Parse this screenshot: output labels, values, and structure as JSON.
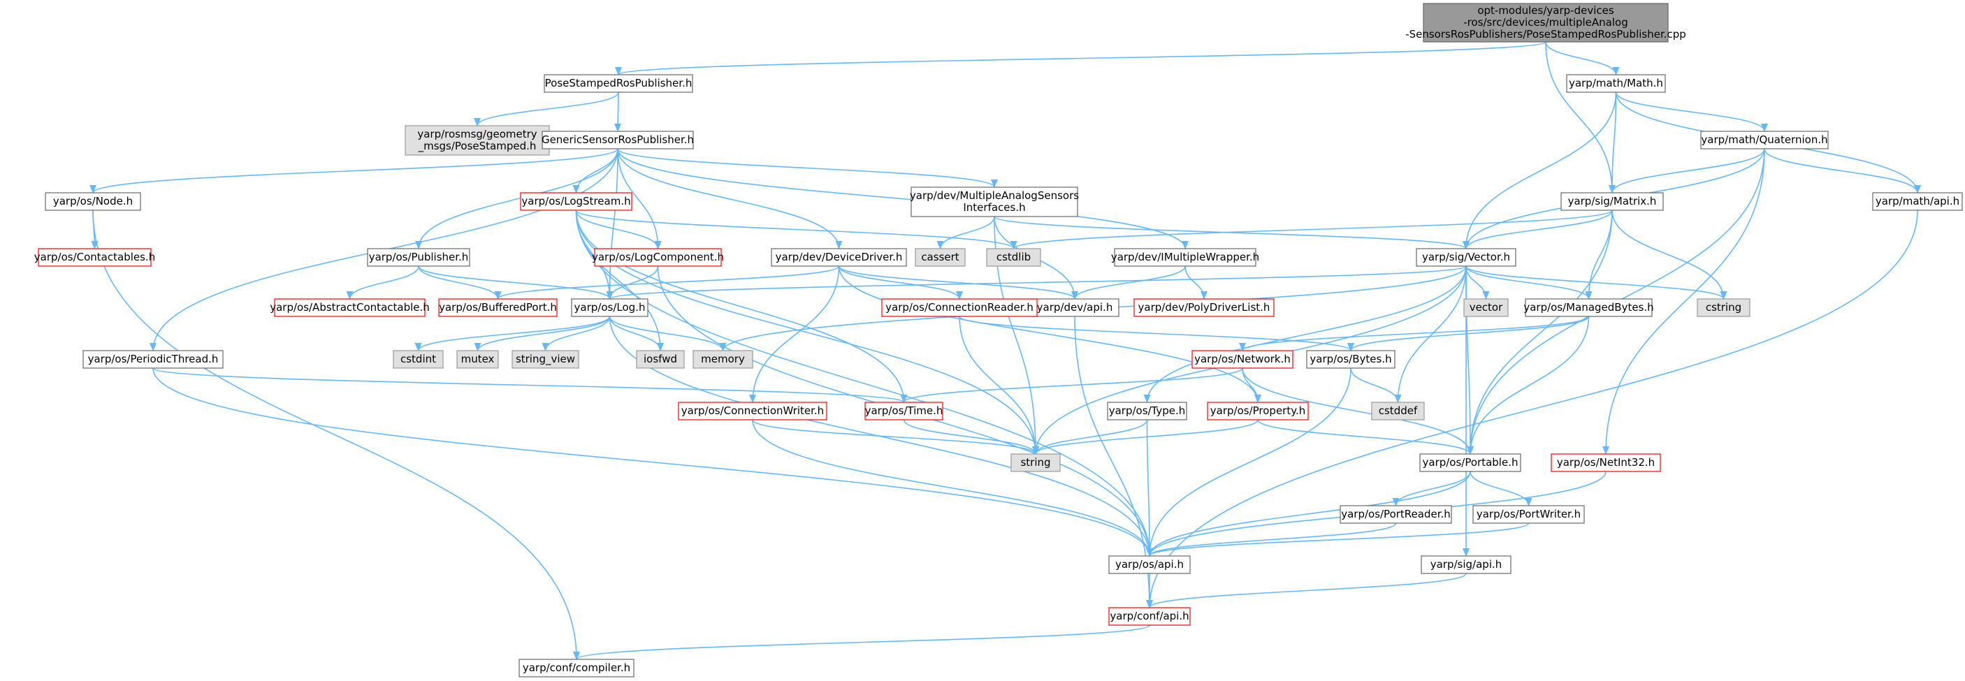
{
  "colors": {
    "edge": "#63b8ff",
    "node_border": "#666666",
    "node_fill": "#ffffff",
    "root_fill": "#999999",
    "root_border": "#666666",
    "system_fill": "#e0e0e0",
    "system_border": "#999999",
    "truncated_border": "#ff0000",
    "text": "#000000"
  },
  "graph": {
    "nodes": [
      {
        "id": "root",
        "kind": "root",
        "lines": [
          "opt-modules/yarp-devices",
          "-ros/src/devices/multipleAnalog",
          "-SensorsRosPublishers/PoseStampedRosPublisher.cpp"
        ]
      },
      {
        "id": "posestamped",
        "kind": "normal",
        "lines": [
          "PoseStampedRosPublisher.h"
        ]
      },
      {
        "id": "rosmsg",
        "kind": "system",
        "lines": [
          "yarp/rosmsg/geometry",
          "_msgs/PoseStamped.h"
        ]
      },
      {
        "id": "generic",
        "kind": "normal",
        "lines": [
          "GenericSensorRosPublisher.h"
        ]
      },
      {
        "id": "node",
        "kind": "normal",
        "lines": [
          "yarp/os/Node.h"
        ]
      },
      {
        "id": "contactables",
        "kind": "truncated",
        "lines": [
          "yarp/os/Contactables.h"
        ]
      },
      {
        "id": "logstream",
        "kind": "truncated",
        "lines": [
          "yarp/os/LogStream.h"
        ]
      },
      {
        "id": "logcomponent",
        "kind": "truncated",
        "lines": [
          "yarp/os/LogComponent.h"
        ]
      },
      {
        "id": "publisher",
        "kind": "normal",
        "lines": [
          "yarp/os/Publisher.h"
        ]
      },
      {
        "id": "abstractcontactable",
        "kind": "truncated",
        "lines": [
          "yarp/os/AbstractContactable.h"
        ]
      },
      {
        "id": "bufferedport",
        "kind": "truncated",
        "lines": [
          "yarp/os/BufferedPort.h"
        ]
      },
      {
        "id": "log",
        "kind": "normal",
        "lines": [
          "yarp/os/Log.h"
        ]
      },
      {
        "id": "cstdint",
        "kind": "system",
        "lines": [
          "cstdint"
        ]
      },
      {
        "id": "mutex",
        "kind": "system",
        "lines": [
          "mutex"
        ]
      },
      {
        "id": "string_view",
        "kind": "system",
        "lines": [
          "string_view"
        ]
      },
      {
        "id": "iosfwd",
        "kind": "system",
        "lines": [
          "iosfwd"
        ]
      },
      {
        "id": "memory",
        "kind": "system",
        "lines": [
          "memory"
        ]
      },
      {
        "id": "periodicthread",
        "kind": "normal",
        "lines": [
          "yarp/os/PeriodicThread.h"
        ]
      },
      {
        "id": "devicedriver",
        "kind": "normal",
        "lines": [
          "yarp/dev/DeviceDriver.h"
        ]
      },
      {
        "id": "multianalog",
        "kind": "normal",
        "lines": [
          "yarp/dev/MultipleAnalogSensors",
          "Interfaces.h"
        ]
      },
      {
        "id": "cassert",
        "kind": "system",
        "lines": [
          "cassert"
        ]
      },
      {
        "id": "cstdlib",
        "kind": "system",
        "lines": [
          "cstdlib"
        ]
      },
      {
        "id": "imultiplewrapper",
        "kind": "normal",
        "lines": [
          "yarp/dev/IMultipleWrapper.h"
        ]
      },
      {
        "id": "devapi",
        "kind": "normal",
        "lines": [
          "yarp/dev/api.h"
        ]
      },
      {
        "id": "polydriverlist",
        "kind": "truncated",
        "lines": [
          "yarp/dev/PolyDriverList.h"
        ]
      },
      {
        "id": "connectionreader",
        "kind": "truncated",
        "lines": [
          "yarp/os/ConnectionReader.h"
        ]
      },
      {
        "id": "connectionwriter",
        "kind": "truncated",
        "lines": [
          "yarp/os/ConnectionWriter.h"
        ]
      },
      {
        "id": "time",
        "kind": "truncated",
        "lines": [
          "yarp/os/Time.h"
        ]
      },
      {
        "id": "string",
        "kind": "system",
        "lines": [
          "string"
        ]
      },
      {
        "id": "mathmath",
        "kind": "normal",
        "lines": [
          "yarp/math/Math.h"
        ]
      },
      {
        "id": "quaternion",
        "kind": "normal",
        "lines": [
          "yarp/math/Quaternion.h"
        ]
      },
      {
        "id": "matrix",
        "kind": "normal",
        "lines": [
          "yarp/sig/Matrix.h"
        ]
      },
      {
        "id": "mathapi",
        "kind": "normal",
        "lines": [
          "yarp/math/api.h"
        ]
      },
      {
        "id": "vector",
        "kind": "normal",
        "lines": [
          "yarp/sig/Vector.h"
        ]
      },
      {
        "id": "vectorstd",
        "kind": "system",
        "lines": [
          "vector"
        ]
      },
      {
        "id": "cstring",
        "kind": "system",
        "lines": [
          "cstring"
        ]
      },
      {
        "id": "managedbytes",
        "kind": "normal",
        "lines": [
          "yarp/os/ManagedBytes.h"
        ]
      },
      {
        "id": "network",
        "kind": "truncated",
        "lines": [
          "yarp/os/Network.h"
        ]
      },
      {
        "id": "bytes",
        "kind": "normal",
        "lines": [
          "yarp/os/Bytes.h"
        ]
      },
      {
        "id": "cstddef",
        "kind": "system",
        "lines": [
          "cstddef"
        ]
      },
      {
        "id": "type",
        "kind": "normal",
        "lines": [
          "yarp/os/Type.h"
        ]
      },
      {
        "id": "property",
        "kind": "truncated",
        "lines": [
          "yarp/os/Property.h"
        ]
      },
      {
        "id": "portable",
        "kind": "normal",
        "lines": [
          "yarp/os/Portable.h"
        ]
      },
      {
        "id": "netint32",
        "kind": "truncated",
        "lines": [
          "yarp/os/NetInt32.h"
        ]
      },
      {
        "id": "portreader",
        "kind": "normal",
        "lines": [
          "yarp/os/PortReader.h"
        ]
      },
      {
        "id": "portwriter",
        "kind": "normal",
        "lines": [
          "yarp/os/PortWriter.h"
        ]
      },
      {
        "id": "osapi",
        "kind": "normal",
        "lines": [
          "yarp/os/api.h"
        ]
      },
      {
        "id": "sigapi",
        "kind": "normal",
        "lines": [
          "yarp/sig/api.h"
        ]
      },
      {
        "id": "confapi",
        "kind": "truncated",
        "lines": [
          "yarp/conf/api.h"
        ]
      },
      {
        "id": "compiler",
        "kind": "normal",
        "lines": [
          "yarp/conf/compiler.h"
        ]
      }
    ],
    "edges": [
      [
        "root",
        "posestamped"
      ],
      [
        "root",
        "mathmath"
      ],
      [
        "root",
        "matrix"
      ],
      [
        "posestamped",
        "rosmsg"
      ],
      [
        "posestamped",
        "generic"
      ],
      [
        "generic",
        "node"
      ],
      [
        "generic",
        "logstream"
      ],
      [
        "generic",
        "logcomponent"
      ],
      [
        "generic",
        "publisher"
      ],
      [
        "generic",
        "log"
      ],
      [
        "generic",
        "periodicthread"
      ],
      [
        "generic",
        "devicedriver"
      ],
      [
        "generic",
        "multianalog"
      ],
      [
        "generic",
        "imultiplewrapper"
      ],
      [
        "node",
        "contactables"
      ],
      [
        "node",
        "compiler"
      ],
      [
        "logstream",
        "logcomponent"
      ],
      [
        "logstream",
        "log"
      ],
      [
        "logstream",
        "iosfwd"
      ],
      [
        "logstream",
        "cstdlib"
      ],
      [
        "logstream",
        "time"
      ],
      [
        "logstream",
        "osapi"
      ],
      [
        "logstream",
        "string"
      ],
      [
        "logcomponent",
        "log"
      ],
      [
        "logcomponent",
        "osapi"
      ],
      [
        "publisher",
        "abstractcontactable"
      ],
      [
        "publisher",
        "bufferedport"
      ],
      [
        "publisher",
        "log"
      ],
      [
        "log",
        "cstdint"
      ],
      [
        "log",
        "mutex"
      ],
      [
        "log",
        "string_view"
      ],
      [
        "log",
        "iosfwd"
      ],
      [
        "log",
        "memory"
      ],
      [
        "log",
        "osapi"
      ],
      [
        "periodicthread",
        "time"
      ],
      [
        "periodicthread",
        "osapi"
      ],
      [
        "devicedriver",
        "bufferedport"
      ],
      [
        "devicedriver",
        "devapi"
      ],
      [
        "devicedriver",
        "connectionreader"
      ],
      [
        "devicedriver",
        "connectionwriter"
      ],
      [
        "devicedriver",
        "property"
      ],
      [
        "multianalog",
        "cassert"
      ],
      [
        "multianalog",
        "vector"
      ],
      [
        "multianalog",
        "devapi"
      ],
      [
        "multianalog",
        "string"
      ],
      [
        "imultiplewrapper",
        "devapi"
      ],
      [
        "imultiplewrapper",
        "polydriverlist"
      ],
      [
        "devapi",
        "confapi"
      ],
      [
        "connectionreader",
        "string"
      ],
      [
        "connectionreader",
        "bytes"
      ],
      [
        "connectionwriter",
        "string"
      ],
      [
        "connectionwriter",
        "osapi"
      ],
      [
        "time",
        "string"
      ],
      [
        "mathmath",
        "quaternion"
      ],
      [
        "mathmath",
        "matrix"
      ],
      [
        "mathmath",
        "vector"
      ],
      [
        "mathmath",
        "mathapi"
      ],
      [
        "quaternion",
        "matrix"
      ],
      [
        "quaternion",
        "vector"
      ],
      [
        "quaternion",
        "mathapi"
      ],
      [
        "quaternion",
        "portable"
      ],
      [
        "quaternion",
        "netint32"
      ],
      [
        "matrix",
        "cstdlib"
      ],
      [
        "matrix",
        "vector"
      ],
      [
        "matrix",
        "managedbytes"
      ],
      [
        "matrix",
        "cstring"
      ],
      [
        "matrix",
        "portable"
      ],
      [
        "mathapi",
        "confapi"
      ],
      [
        "vector",
        "log"
      ],
      [
        "vector",
        "cstring"
      ],
      [
        "vector",
        "vectorstd"
      ],
      [
        "vector",
        "cstddef"
      ],
      [
        "vector",
        "memory"
      ],
      [
        "vector",
        "string"
      ],
      [
        "vector",
        "type"
      ],
      [
        "vector",
        "managedbytes"
      ],
      [
        "vector",
        "portable"
      ],
      [
        "vector",
        "sigapi"
      ],
      [
        "managedbytes",
        "bytes"
      ],
      [
        "managedbytes",
        "network"
      ],
      [
        "managedbytes",
        "portable"
      ],
      [
        "network",
        "time"
      ],
      [
        "network",
        "property"
      ],
      [
        "network",
        "portable"
      ],
      [
        "bytes",
        "cstddef"
      ],
      [
        "bytes",
        "osapi"
      ],
      [
        "type",
        "string"
      ],
      [
        "type",
        "osapi"
      ],
      [
        "property",
        "string"
      ],
      [
        "property",
        "portable"
      ],
      [
        "portable",
        "portreader"
      ],
      [
        "portable",
        "portwriter"
      ],
      [
        "portable",
        "osapi"
      ],
      [
        "portreader",
        "osapi"
      ],
      [
        "portwriter",
        "osapi"
      ],
      [
        "netint32",
        "osapi"
      ],
      [
        "osapi",
        "confapi"
      ],
      [
        "sigapi",
        "confapi"
      ],
      [
        "confapi",
        "compiler"
      ]
    ]
  }
}
